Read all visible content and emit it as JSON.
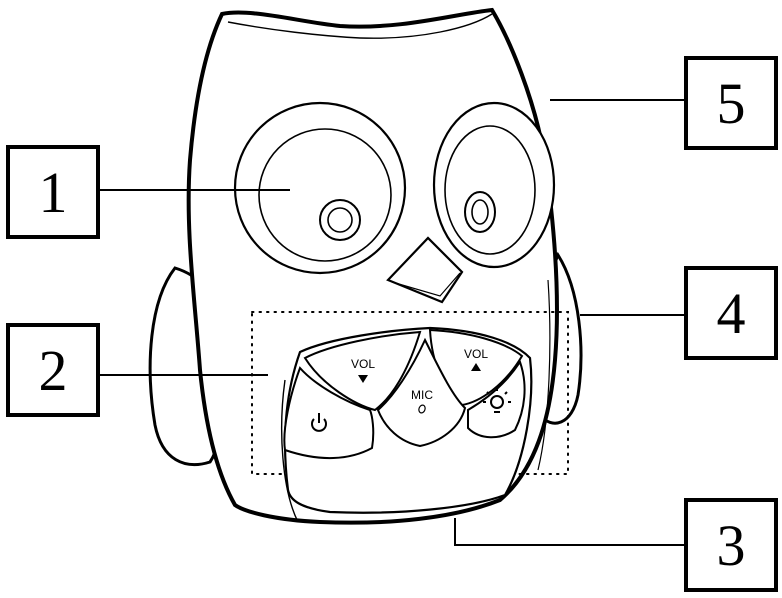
{
  "callouts": [
    {
      "number": "1"
    },
    {
      "number": "2"
    },
    {
      "number": "3"
    },
    {
      "number": "4"
    },
    {
      "number": "5"
    }
  ],
  "buttons": {
    "vol_down": "VOL",
    "vol_up": "VOL",
    "mic": "MIC"
  },
  "colors": {
    "line": "#000000",
    "background": "#ffffff"
  }
}
